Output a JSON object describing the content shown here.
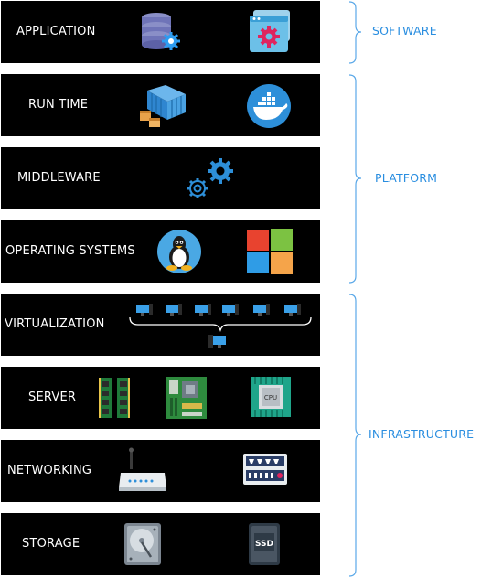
{
  "layers": [
    {
      "label": "APPLICATION",
      "icons": [
        "database-settings-icon",
        "web-app-settings-icon"
      ]
    },
    {
      "label": "RUN TIME",
      "icons": [
        "shipping-container-icon",
        "docker-icon"
      ]
    },
    {
      "label": "MIDDLEWARE",
      "icons": [
        "gears-icon"
      ]
    },
    {
      "label": "OPERATING SYSTEMS",
      "icons": [
        "linux-icon",
        "windows-icon"
      ]
    },
    {
      "label": "VIRTUALIZATION",
      "icons": [
        "virtual-machines-icon"
      ]
    },
    {
      "label": "SERVER",
      "icons": [
        "ram-icon",
        "motherboard-icon",
        "cpu-icon"
      ]
    },
    {
      "label": "NETWORKING",
      "icons": [
        "router-icon",
        "switch-icon"
      ]
    },
    {
      "label": "STORAGE",
      "icons": [
        "hard-disk-icon",
        "ssd-icon"
      ]
    }
  ],
  "groups": {
    "software": "SOFTWARE",
    "platform": "PLATFORM",
    "infrastructure": "INFRASTRUCTURE"
  },
  "ssd_text": "SSD",
  "cpu_text": "CPU",
  "colors": {
    "layer_background": "#000000",
    "layer_text": "#ffffff",
    "group_text": "#2a8ee0",
    "bracket": "#5aa8e8"
  }
}
